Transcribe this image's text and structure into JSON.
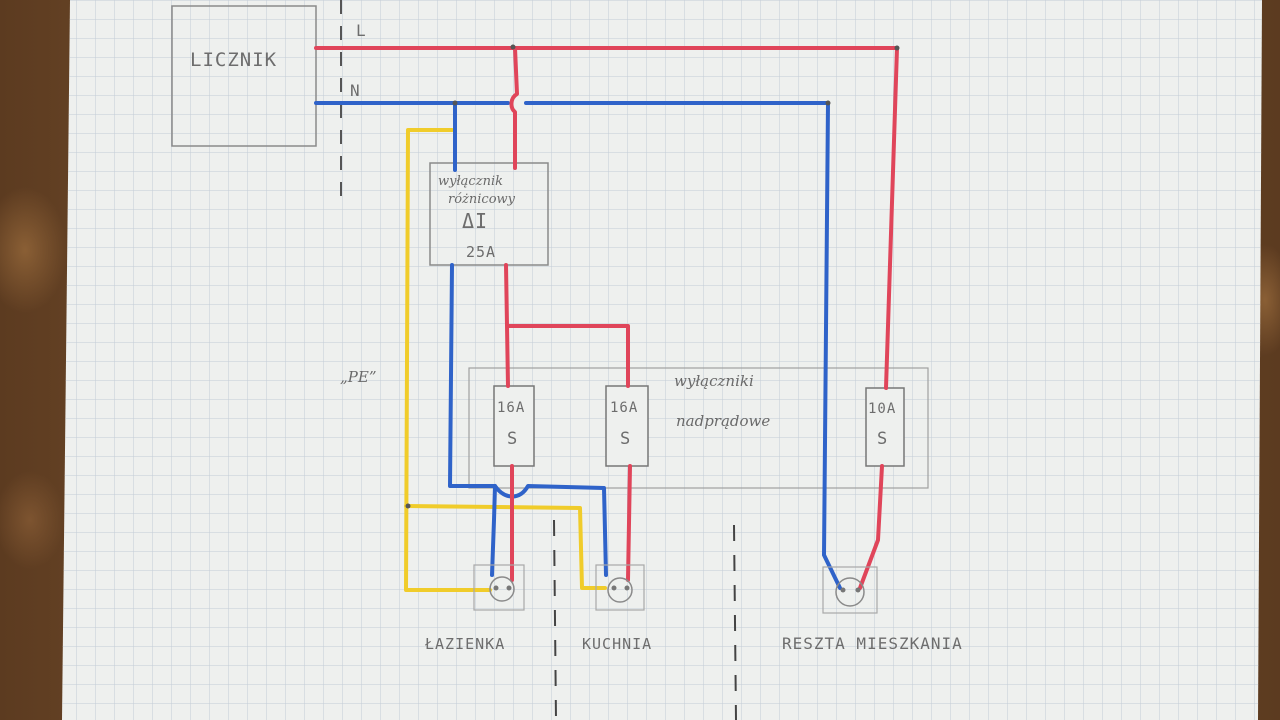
{
  "diagram": {
    "meter_label": "LICZNIK",
    "line_label_L": "L",
    "line_label_N": "N",
    "rcd_label_line1": "wyłącznik",
    "rcd_label_line2": "różnicowy",
    "rcd_symbol": "ΔI",
    "rcd_rating": "25A",
    "pe_label": "„PE”",
    "mcb_group_label_line1": "wyłączniki",
    "mcb_group_label_line2": "nadprądowe",
    "breakers": [
      {
        "rating": "16A",
        "type": "S"
      },
      {
        "rating": "16A",
        "type": "S"
      },
      {
        "rating": "10A",
        "type": "S"
      }
    ],
    "rooms": [
      "ŁAZIENKA",
      "KUCHNIA",
      "RESZTA MIESZKANIA"
    ]
  },
  "colors": {
    "phase": "#e0455a",
    "neutral": "#2f63c9",
    "protective_earth": "#f0cc2a",
    "pencil": "#7a7a7a",
    "paper": "#eef0ee",
    "grid": "#bfc9d3"
  }
}
